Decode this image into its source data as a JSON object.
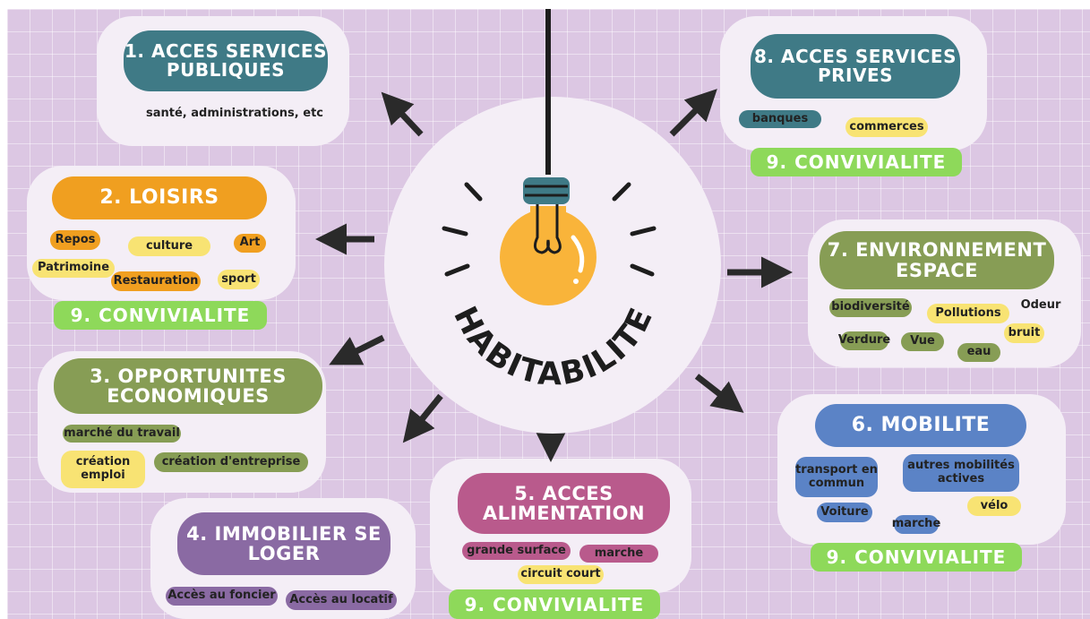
{
  "center": {
    "label": "HABITABILITE"
  },
  "conviviality_label": "9. CONVIVIALITE",
  "colors": {
    "teal": "#3f7a86",
    "orange": "#f09f20",
    "olive": "#879d55",
    "purple": "#8a6aa3",
    "magenta": "#b95a8c",
    "blue": "#5b83c6",
    "green": "#8ed95a",
    "yellow": "#f8e373",
    "bulb": "#f9b43a"
  },
  "sections": {
    "s1": {
      "title": "1. ACCES SERVICES PUBLIQUES",
      "text": "santé, administrations, etc"
    },
    "s2": {
      "title": "2. LOISIRS",
      "chips": [
        "Repos",
        "culture",
        "Art",
        "Patrimoine",
        "Restauration",
        "sport"
      ]
    },
    "s3": {
      "title": "3. OPPORTUNITES ECONOMIQUES",
      "chips": [
        "marché du travail",
        "création emploi",
        "création d'entreprise"
      ]
    },
    "s4": {
      "title": "4. IMMOBILIER SE LOGER",
      "chips": [
        "Accès au foncier",
        "Accès au locatif"
      ]
    },
    "s5": {
      "title": "5. ACCES ALIMENTATION",
      "chips": [
        "grande surface",
        "marche",
        "circuit court"
      ]
    },
    "s6": {
      "title": "6. MOBILITE",
      "chips": [
        "transport en commun",
        "autres mobilités actives",
        "Voiture",
        "vélo",
        "marche"
      ]
    },
    "s7": {
      "title": "7. ENVIRONNEMENT ESPACE",
      "chips": [
        "biodiversité",
        "Pollutions",
        "Odeur",
        "Verdure",
        "Vue",
        "bruit",
        "eau"
      ]
    },
    "s8": {
      "title": "8. ACCES SERVICES PRIVES",
      "chips": [
        "banques",
        "commerces"
      ]
    }
  }
}
